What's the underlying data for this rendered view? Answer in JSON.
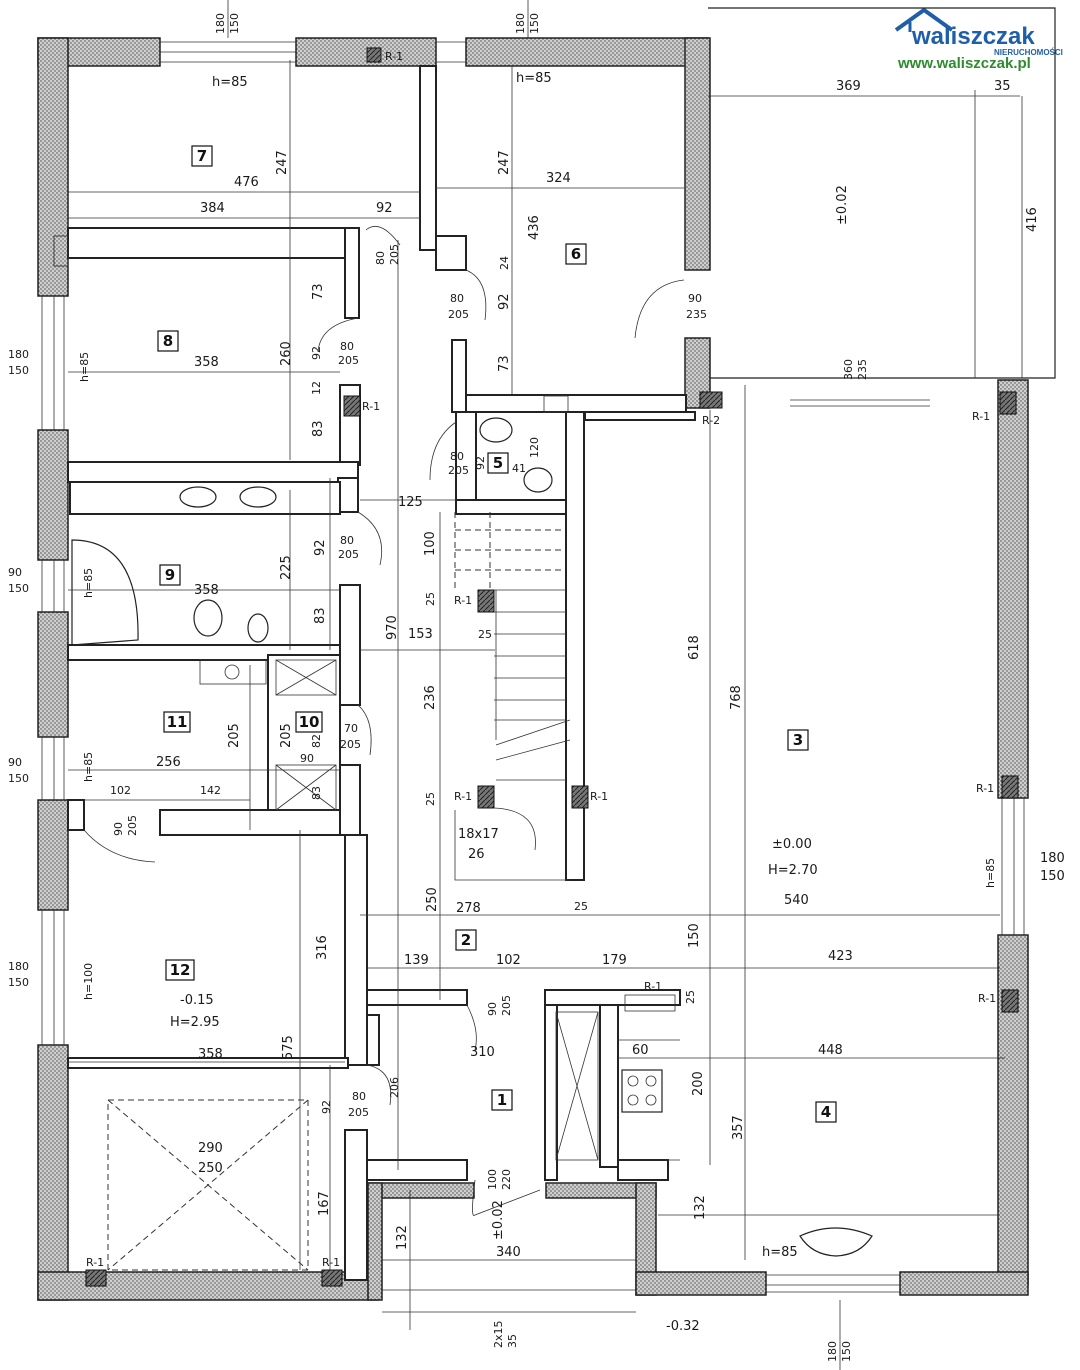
{
  "logo": {
    "name": "waliszczak",
    "tagline": "NIERUCHOMOŚCI",
    "url": "www.waliszczak.pl",
    "color_primary": "#1f5fa8",
    "color_url": "#2e8b2e"
  },
  "rooms": [
    {
      "id": "7",
      "label": "7"
    },
    {
      "id": "6",
      "label": "6"
    },
    {
      "id": "8",
      "label": "8"
    },
    {
      "id": "5",
      "label": "5"
    },
    {
      "id": "9",
      "label": "9"
    },
    {
      "id": "11",
      "label": "11"
    },
    {
      "id": "10",
      "label": "10"
    },
    {
      "id": "3",
      "label": "3"
    },
    {
      "id": "2",
      "label": "2"
    },
    {
      "id": "12",
      "label": "12"
    },
    {
      "id": "1",
      "label": "1"
    },
    {
      "id": "4",
      "label": "4"
    }
  ],
  "dimensions": {
    "d180a": "180",
    "d150a": "150",
    "h85a": "h=85",
    "r1a": "R-1",
    "d180b": "180",
    "d150b": "150",
    "h85b": "h=85",
    "d369": "369",
    "d35a": "35",
    "d416": "416",
    "lvl002a": "±0.02",
    "d476": "476",
    "d247a": "247",
    "d384": "384",
    "d92a": "92",
    "d247b": "247",
    "d324": "324",
    "d436": "436",
    "d80_205a": "80",
    "d205a": "205",
    "d24": "24",
    "d80_205b": "80",
    "d205b": "205",
    "d92b": "92",
    "d90_235": "90",
    "d235": "235",
    "d73a": "73",
    "d73b": "73",
    "d180c": "180",
    "d150c": "150",
    "h85c": "h=85",
    "d358a": "358",
    "d260": "260",
    "d92c": "92",
    "d80c": "80",
    "d205c": "205",
    "d12": "12",
    "r1b": "R-1",
    "d83a": "83",
    "d360": "360",
    "d235b": "235",
    "r2": "R-2",
    "r1c": "R-1",
    "d80_5": "80",
    "d205_5": "205",
    "d92_5": "92",
    "d41": "41",
    "d120": "120",
    "d125": "125",
    "d92d": "92",
    "d80d": "80",
    "d205d": "205",
    "d100": "100",
    "d90a": "90",
    "d150d": "150",
    "h85d": "h=85",
    "d358b": "358",
    "d225": "225",
    "d25a": "25",
    "r1d": "R-1",
    "d83b": "83",
    "d970": "970",
    "d153": "153",
    "d25b": "25",
    "d618": "618",
    "d768": "768",
    "d236": "236",
    "d205e": "205",
    "d205f": "205",
    "d82": "82",
    "d70": "70",
    "d205g": "205",
    "d90b": "90",
    "d150e": "150",
    "h85e": "h=85",
    "d256": "256",
    "d90c": "90",
    "d83c": "83",
    "d102a": "102",
    "d142": "142",
    "d90d": "90",
    "d205h": "205",
    "d25c": "25",
    "r1e": "R-1",
    "r1f": "R-1",
    "r1g": "R-1",
    "d18x17": "18x17",
    "d26": "26",
    "lvl000": "±0.00",
    "h270": "H=2.70",
    "h85f": "h=85",
    "d180d": "180",
    "d150f": "150",
    "d250": "250",
    "d278": "278",
    "d25d": "25",
    "d540": "540",
    "d180e": "180",
    "d150g": "150",
    "h100": "h=100",
    "d316": "316",
    "d139": "139",
    "d102b": "102",
    "d179": "179",
    "d423": "423",
    "d150h": "150",
    "lvl015": "-0.15",
    "h295": "H=2.95",
    "d90e": "90",
    "d205i": "205",
    "r1h": "R-1",
    "d25e": "25",
    "r1i": "R-1",
    "d358c": "358",
    "d575": "575",
    "d310": "310",
    "d60": "60",
    "d448": "448",
    "d80e": "80",
    "d205j": "205",
    "d92e": "92",
    "d206": "206",
    "d200": "200",
    "d357": "357",
    "d290": "290",
    "d250b": "250",
    "d100b": "100",
    "d220": "220",
    "d167": "167",
    "d132a": "132",
    "lvl002b": "±0.02",
    "d132b": "132",
    "r1j": "R-1",
    "r1k": "R-1",
    "d340": "340",
    "h85g": "h=85",
    "d2x15": "2x15",
    "d35b": "35",
    "lvl032": "-0.32",
    "d180f": "180",
    "d150i": "150"
  }
}
